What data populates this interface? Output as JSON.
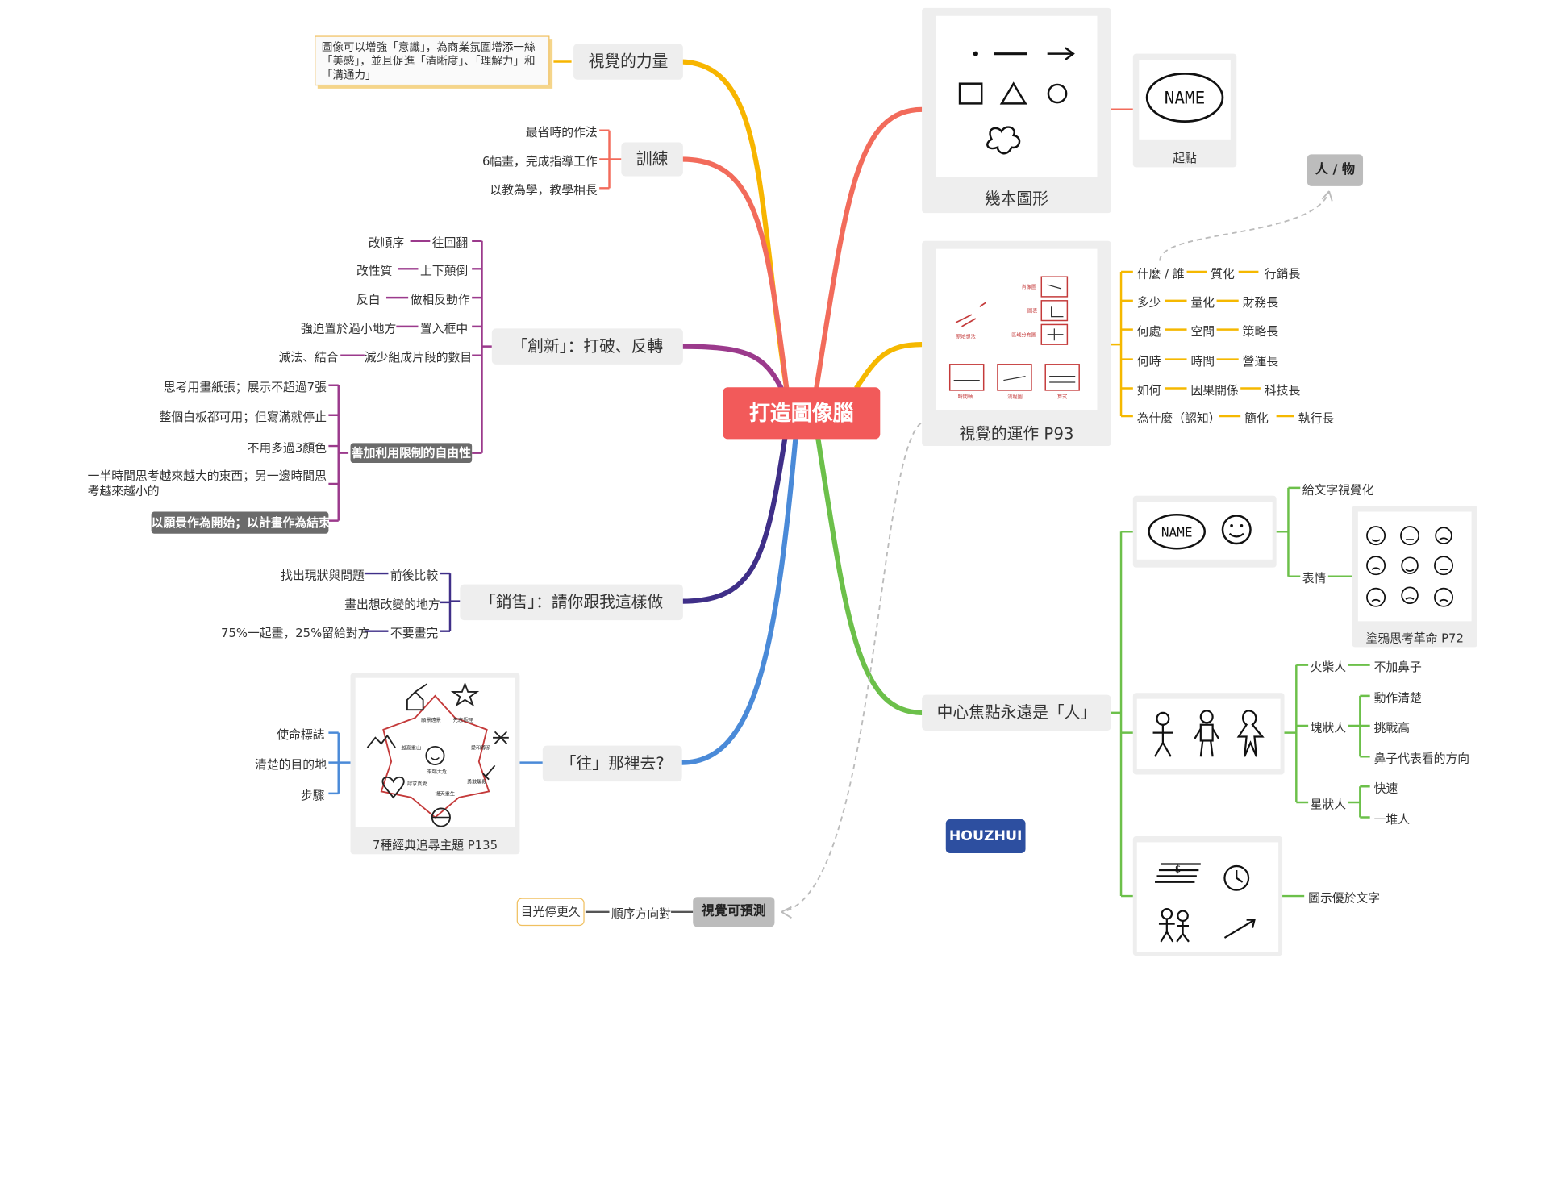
{
  "root": "打造圖像腦",
  "left": {
    "power": {
      "label": "視覺的力量",
      "note": "圖像可以增強「意識」，為商業氛圍增添一絲「美感」，並且促進「清晰度」、「理解力」和「溝通力」"
    },
    "training": {
      "label": "訓練",
      "items": [
        "最省時的作法",
        "6幅畫，完成指導工作",
        "以教為學，教學相長"
      ]
    },
    "innovation": {
      "label": "「創新」：打破、反轉",
      "items": [
        {
          "a": "往回翻",
          "b": "改順序"
        },
        {
          "a": "上下顛倒",
          "b": "改性質"
        },
        {
          "a": "做相反動作",
          "b": "反白"
        },
        {
          "a": "置入框中",
          "b": "強迫置於過小地方"
        },
        {
          "a": "減少組成片段的數目",
          "b": "減法、結合"
        }
      ],
      "freedom": {
        "label": "善加利用限制的自由性",
        "items": [
          "思考用畫紙張；展示不超過7張",
          "整個白板都可用；但寫滿就停止",
          "不用多過3顏色",
          "一半時間思考越來越大的東西；另一邊時間思考越來越小的"
        ]
      },
      "vision": "以願景作為開始；以計畫作為結束"
    },
    "sales": {
      "label": "「銷售」：請你跟我這樣做",
      "items": [
        {
          "a": "前後比較",
          "b": "找出現狀與問題"
        },
        {
          "a": "畫出想改變的地方",
          "b": ""
        },
        {
          "a": "不要畫完",
          "b": "75%一起畫，25%留給對方"
        }
      ]
    },
    "go": {
      "label": "「往」那裡去?",
      "items": [
        "使命標誌",
        "清楚的目的地",
        "步驟"
      ],
      "card_label": "7種經典追尋主題 P135",
      "card_texts": [
        "願景遠景",
        "先志悟理",
        "越高重山",
        "來臨大危",
        "愛和尊系",
        "認求真愛",
        "揚天重生",
        "勇敢屠殺"
      ]
    },
    "predict": {
      "label": "視覺可預測",
      "a": "順序方向對",
      "b": "目光停更久"
    }
  },
  "right": {
    "shapes": {
      "label": "幾本圖形",
      "start": "起點",
      "name_text": "NAME"
    },
    "person_object": "人 / 物",
    "operate": {
      "label": "視覺的運作 P93",
      "rows": [
        [
          "什麼 / 誰",
          "質化",
          "行銷長"
        ],
        [
          "多少",
          "量化",
          "財務長"
        ],
        [
          "何處",
          "空間",
          "策略長"
        ],
        [
          "何時",
          "時間",
          "營運長"
        ],
        [
          "如何",
          "因果關係",
          "科技長"
        ],
        [
          "為什麼（認知）",
          "簡化",
          "執行長"
        ]
      ],
      "mini_labels": [
        "肖像圖",
        "圖表",
        "區域分布圖",
        "原始想法",
        "時間軸",
        "流程圖",
        "算式"
      ]
    },
    "focus": {
      "label": "中心焦點永遠是「人」",
      "face": {
        "a": "給文字視覺化",
        "b": "表情",
        "card": "塗鴉思考革命 P72",
        "name_text": "NAME"
      },
      "people": {
        "fire": "火柴人",
        "fire_1": "不加鼻子",
        "block": "塊狀人",
        "block_items": [
          "動作清楚",
          "挑戰高",
          "鼻子代表看的方向"
        ],
        "star": "星狀人",
        "star_items": [
          "快速",
          "一堆人"
        ]
      },
      "icons": {
        "label": "圖示優於文字"
      }
    },
    "houzhui": "HOUZHUI"
  },
  "colors": {
    "orange": "#f7b500",
    "red": "#f26b5b",
    "purple": "#9b3a8c",
    "indigo": "#3f2f88",
    "blue": "#4a8ad8",
    "green": "#6cc04a",
    "amber": "#f5b800"
  }
}
